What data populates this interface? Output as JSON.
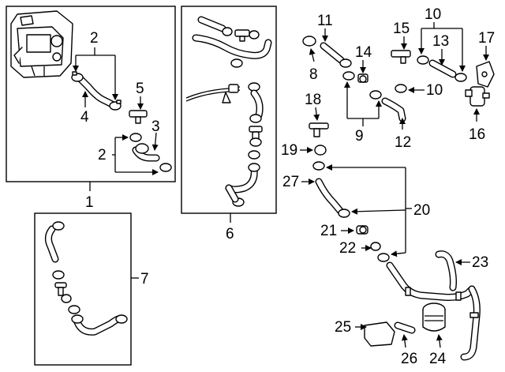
{
  "labels": {
    "l1": "1",
    "l2a": "2",
    "l2b": "2",
    "l3": "3",
    "l4": "4",
    "l5": "5",
    "l6": "6",
    "l7": "7",
    "l8": "8",
    "l9": "9",
    "l10a": "10",
    "l10b": "10",
    "l11": "11",
    "l12": "12",
    "l13": "13",
    "l14": "14",
    "l15": "15",
    "l16": "16",
    "l17": "17",
    "l18": "18",
    "l19": "19",
    "l20": "20",
    "l21": "21",
    "l22": "22",
    "l23": "23",
    "l24": "24",
    "l25": "25",
    "l26": "26",
    "l27": "27"
  }
}
